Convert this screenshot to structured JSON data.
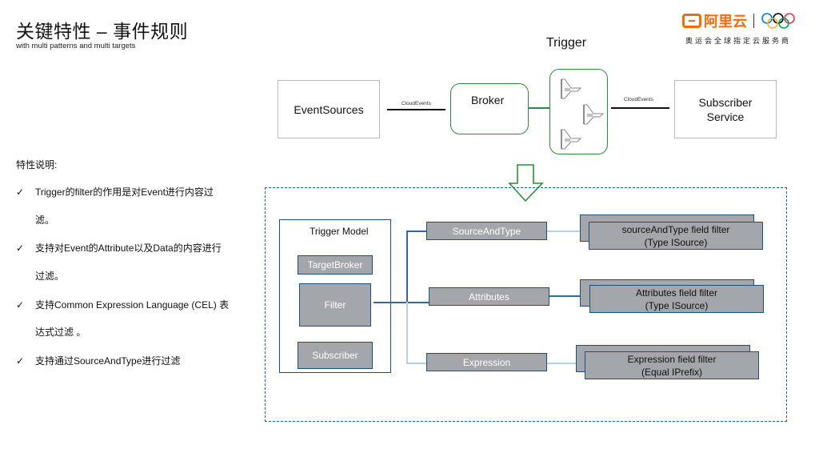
{
  "header": {
    "title": "关键特性 – 事件规则",
    "subtitle": "with multi patterns and multi targets"
  },
  "logo": {
    "brand": "阿里云",
    "caption": "奥运会全球指定云服务商",
    "brand_color": "#ff6a00"
  },
  "top_flow": {
    "trigger_title": "Trigger",
    "event_sources": "EventSources",
    "broker": "Broker",
    "subscriber_line1": "Subscriber",
    "subscriber_line2": "Service",
    "edge_label_left": "CloudEvents",
    "edge_label_right": "CloudEvents",
    "accent_color": "#2e8b3e"
  },
  "description": {
    "heading": "特性说明:",
    "check_glyph": "✓",
    "bullets": [
      {
        "line1": "Trigger的filter的作用是对Event进行内容过",
        "line2": "滤。"
      },
      {
        "line1": "支持对Event的Attribute以及Data的内容进行",
        "line2": "过滤。"
      },
      {
        "line1": "支持Common Expression Language (CEL) 表",
        "line2": "达式过滤 。"
      },
      {
        "line1": "支持通过SourceAndType进行过滤",
        "line2": ""
      }
    ]
  },
  "model": {
    "title": "Trigger Model",
    "target_broker": "TargetBroker",
    "filter": "Filter",
    "subscriber": "Subscriber"
  },
  "filters": {
    "types": [
      "SourceAndType",
      "Attributes",
      "Expression"
    ],
    "details": [
      {
        "line1": "sourceAndType field filter",
        "line2": "(Type ISource)"
      },
      {
        "line1": "Attributes field filter",
        "line2": "(Type ISource)"
      },
      {
        "line1": "Expression field filter",
        "line2": "(Equal IPrefix)"
      }
    ],
    "border_color": "#1f4e79",
    "fill_color": "#a3a6aa"
  }
}
